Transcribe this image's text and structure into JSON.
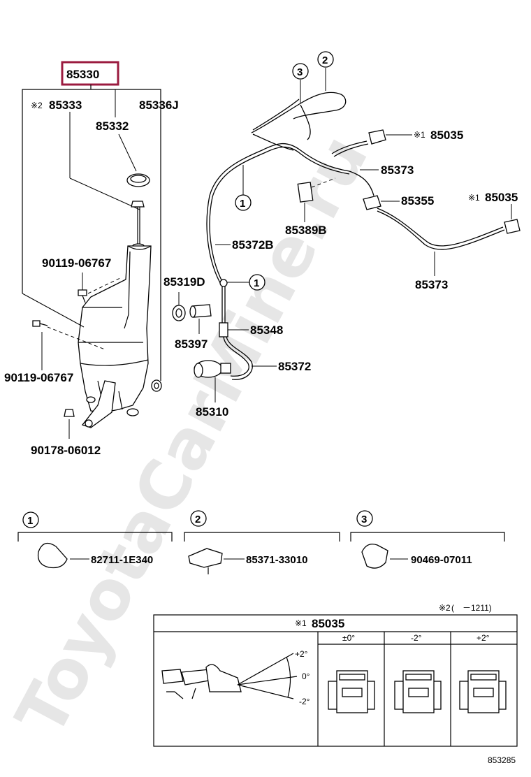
{
  "watermark": "ToyotaCarMine.ru",
  "highlight": {
    "part_no": "85330",
    "color": "#9b1b3f"
  },
  "labels": {
    "p85333_mark": "※2",
    "p85333": "85333",
    "p85336j": "85336J",
    "p85332": "85332",
    "p90119_a": "90119-06767",
    "p90119_b": "90119-06767",
    "p90178": "90178-06012",
    "p85319d": "85319D",
    "p85397": "85397",
    "p85348": "85348",
    "p85372": "85372",
    "p85310": "85310",
    "p85372b": "85372B",
    "p85389b": "85389B",
    "p85373_a": "85373",
    "p85373_b": "85373",
    "p85355": "85355",
    "p85035_a_mark": "※1",
    "p85035_a": "85035",
    "p85035_b_mark": "※1",
    "p85035_b": "85035"
  },
  "callouts": {
    "one": "1",
    "two": "2",
    "three": "3"
  },
  "clips": [
    {
      "num": "1",
      "part": "82711-1E340"
    },
    {
      "num": "2",
      "part": "85371-33010"
    },
    {
      "num": "3",
      "part": "90469-07011"
    }
  ],
  "note": {
    "mark": "※2",
    "range": "(　－1211)"
  },
  "detail_table": {
    "title_mark": "※1",
    "title": "85035",
    "columns": [
      "±0°",
      "-2°",
      "+2°"
    ],
    "angles": {
      "plus": "+2°",
      "zero": "0°",
      "minus": "-2°"
    }
  },
  "diagram_id": "853285"
}
